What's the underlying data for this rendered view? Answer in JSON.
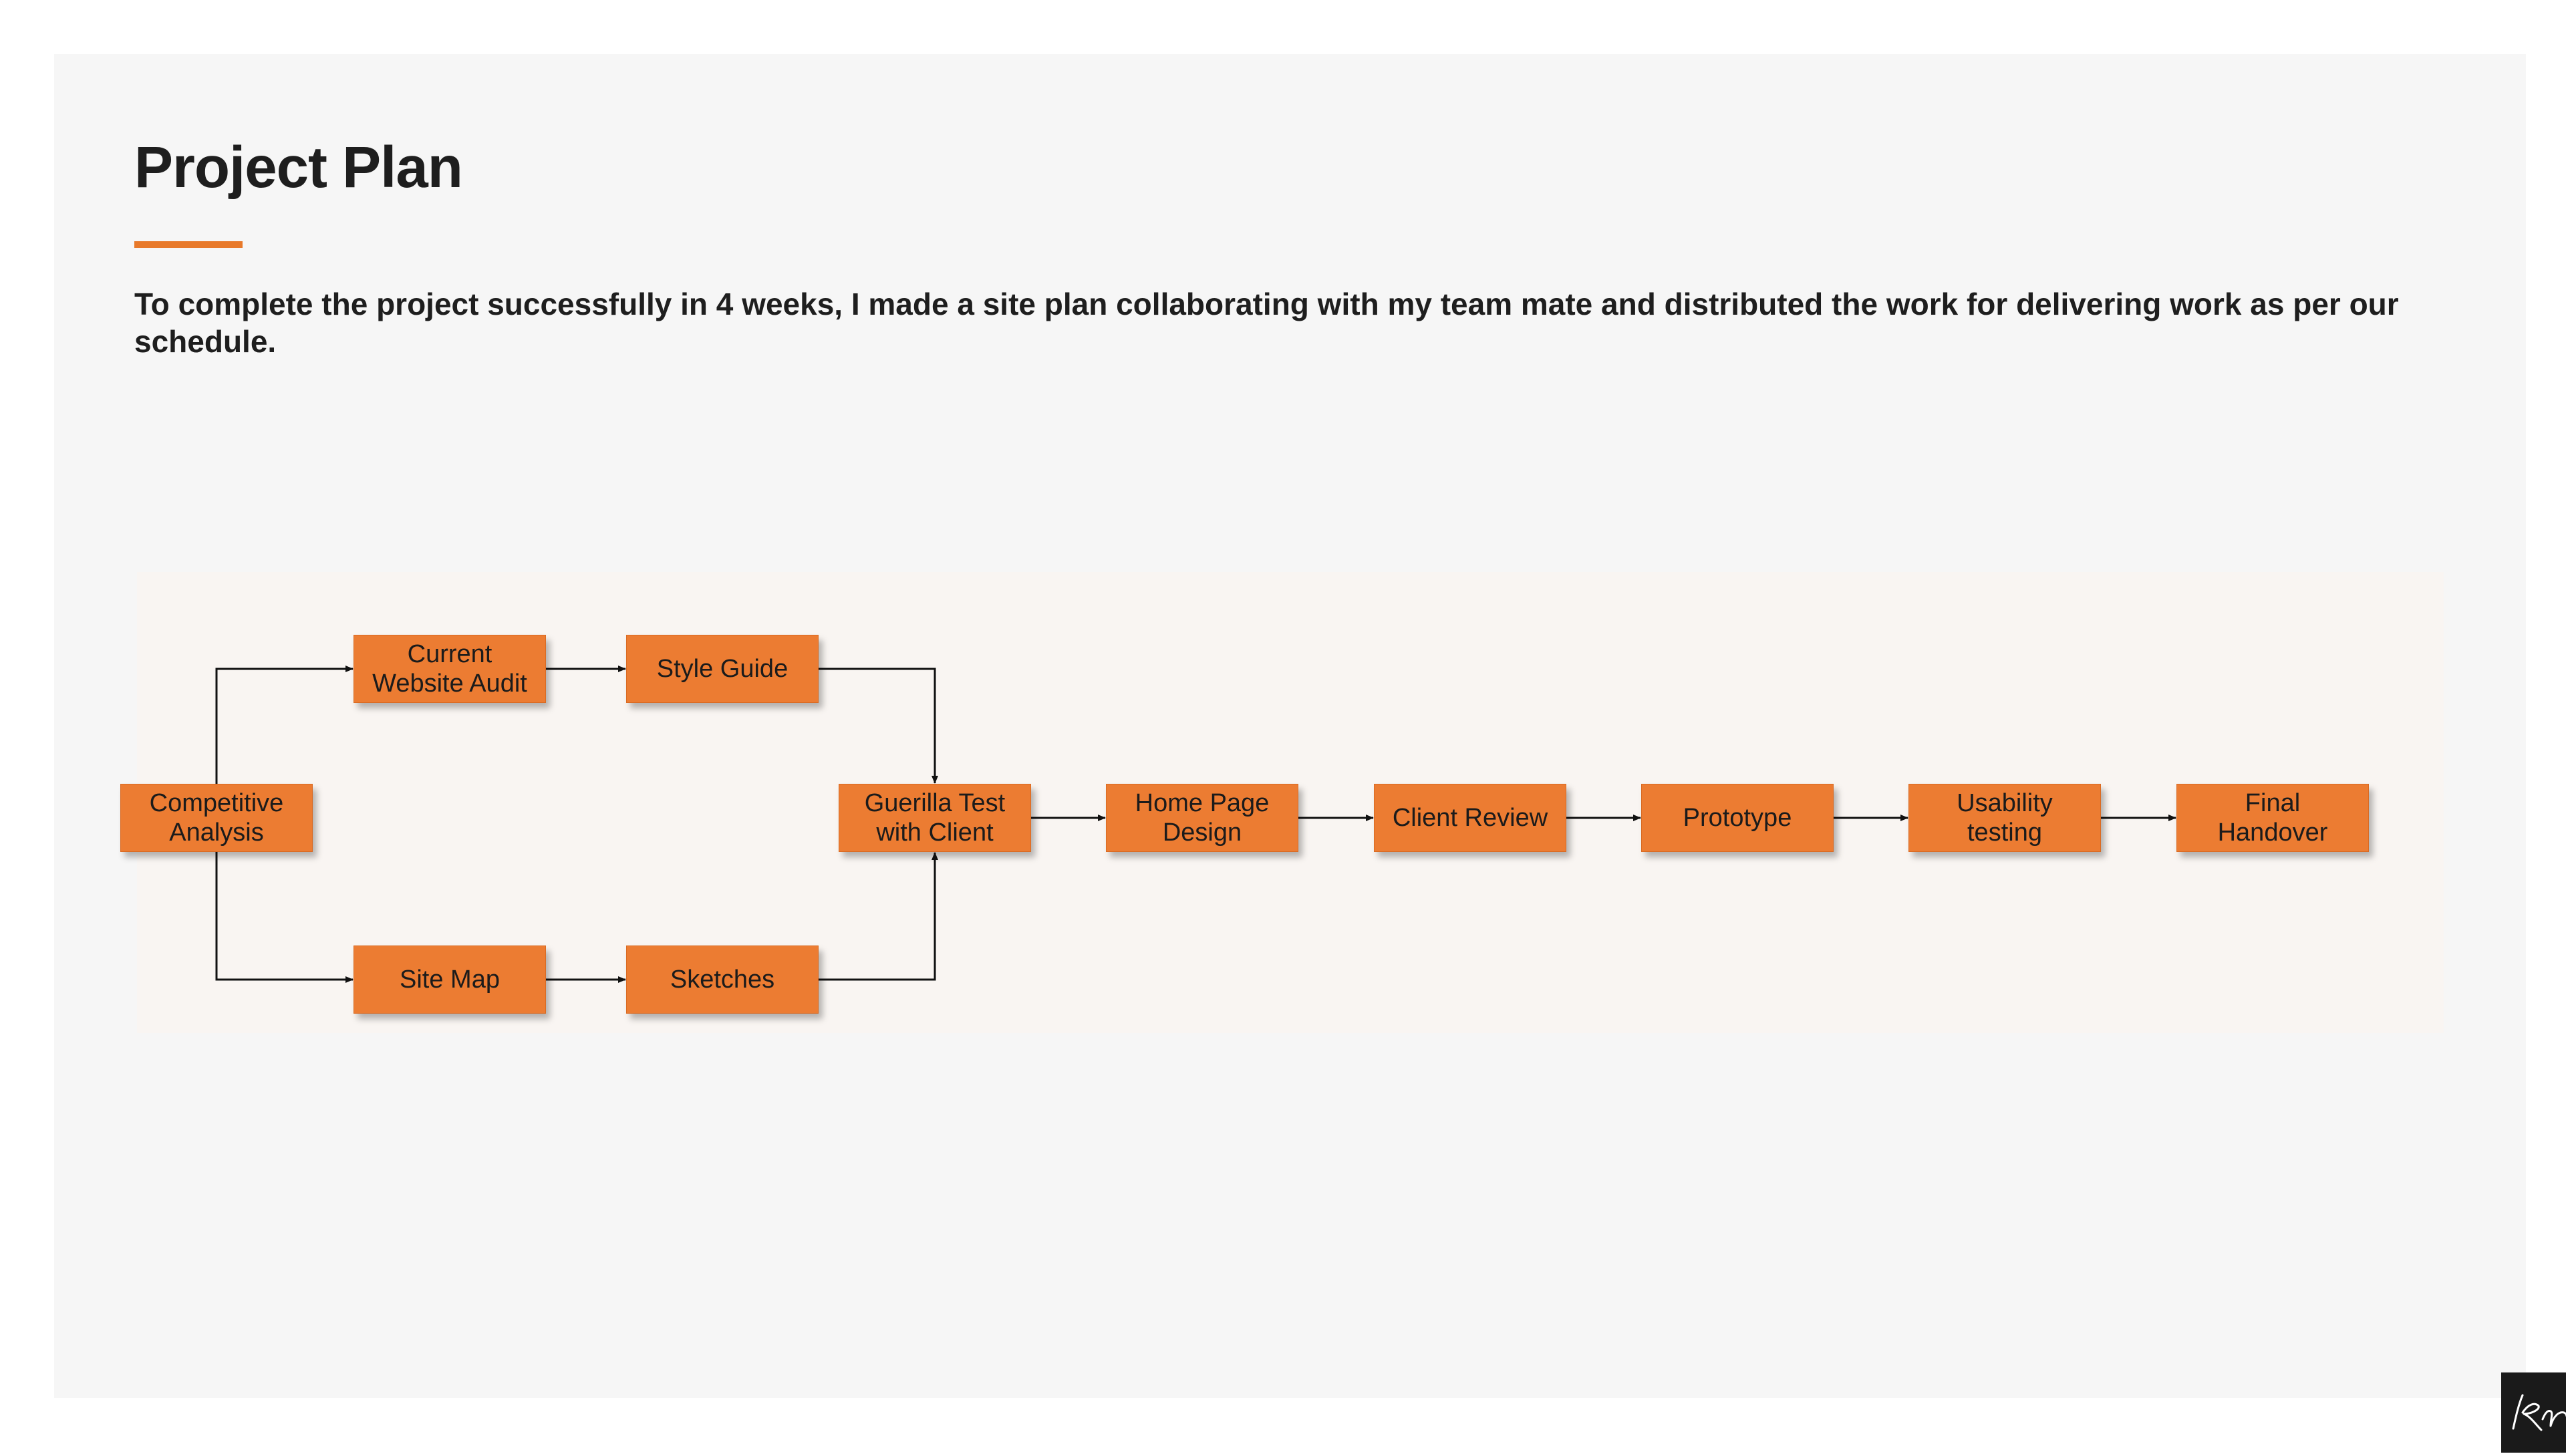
{
  "page": {
    "title": "Project Plan",
    "intro": "To complete the project successfully in 4 weeks, I made a site plan collaborating with my team mate and distributed the work for delivering work as per our schedule."
  },
  "flow": {
    "nodes": [
      {
        "id": "competitive-analysis",
        "label": "Competitive\nAnalysis"
      },
      {
        "id": "current-website-audit",
        "label": "Current\nWebsite Audit"
      },
      {
        "id": "style-guide",
        "label": "Style Guide"
      },
      {
        "id": "site-map",
        "label": "Site Map"
      },
      {
        "id": "sketches",
        "label": "Sketches"
      },
      {
        "id": "guerilla-test",
        "label": "Guerilla Test\nwith Client"
      },
      {
        "id": "home-page-design",
        "label": "Home Page\nDesign"
      },
      {
        "id": "client-review",
        "label": "Client Review"
      },
      {
        "id": "prototype",
        "label": "Prototype"
      },
      {
        "id": "usability-testing",
        "label": "Usability\ntesting"
      },
      {
        "id": "final-handover",
        "label": "Final\nHandover"
      }
    ],
    "edges": [
      [
        "competitive-analysis",
        "current-website-audit"
      ],
      [
        "competitive-analysis",
        "site-map"
      ],
      [
        "current-website-audit",
        "style-guide"
      ],
      [
        "site-map",
        "sketches"
      ],
      [
        "style-guide",
        "guerilla-test"
      ],
      [
        "sketches",
        "guerilla-test"
      ],
      [
        "guerilla-test",
        "home-page-design"
      ],
      [
        "home-page-design",
        "client-review"
      ],
      [
        "client-review",
        "prototype"
      ],
      [
        "prototype",
        "usability-testing"
      ],
      [
        "usability-testing",
        "final-handover"
      ]
    ]
  },
  "colors": {
    "accent": "#e8792a",
    "node_fill": "#ec7c32",
    "slide_bg": "#f6f6f6",
    "panel_bg": "#f9f5f2"
  },
  "signature": {
    "text": "kn"
  }
}
